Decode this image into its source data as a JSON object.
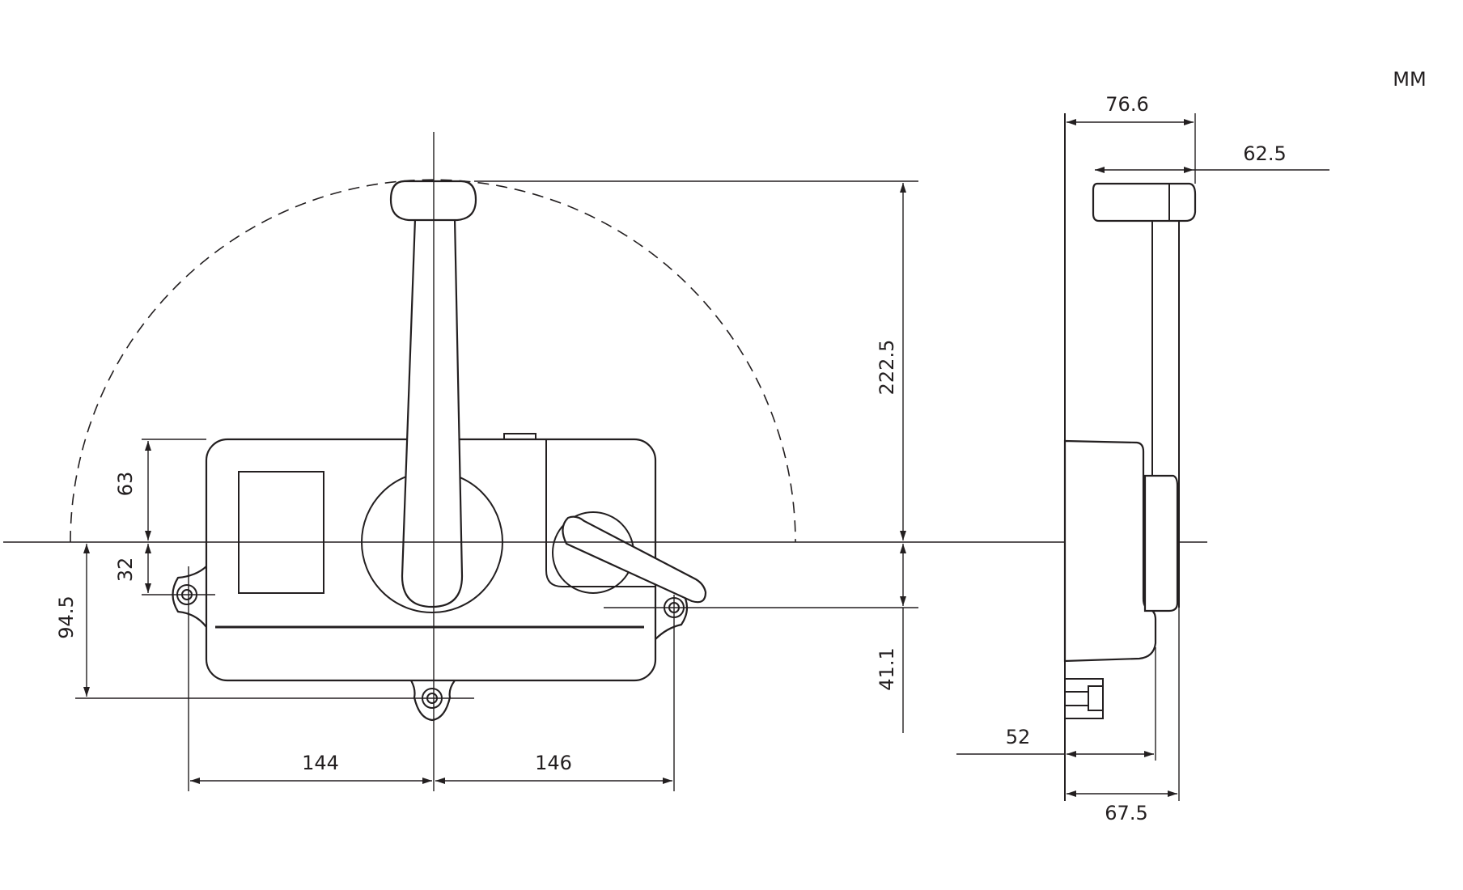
{
  "unit": "MM",
  "front_view": {
    "dimensions": {
      "lever_height": "222.5",
      "lower_hole_offset": "41.1",
      "upper_body": "63",
      "lower_hole_depth": "32",
      "bottom_hole_depth": "94.5",
      "left_span": "144",
      "right_span": "146"
    }
  },
  "side_view": {
    "dimensions": {
      "overall_depth": "76.6",
      "handle_depth": "62.5",
      "housing_depth": "52",
      "shaft_depth": "67.5"
    }
  },
  "colors": {
    "line": "#231f20",
    "background": "#ffffff"
  }
}
